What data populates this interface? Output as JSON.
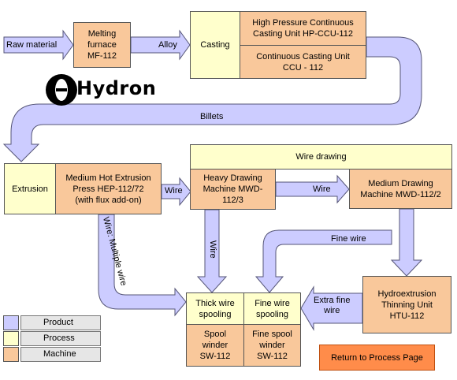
{
  "title": "Wire drawing",
  "nodes": {
    "raw_material": "Raw material",
    "melting_furnace": [
      "Melting furnace",
      "MF-112"
    ],
    "alloy": "Alloy",
    "casting": "Casting",
    "hp_ccu": [
      "High Pressure Continuous",
      "Casting Unit HP-CCU-112"
    ],
    "ccu": [
      "Continuous Casting Unit",
      "CCU - 112"
    ],
    "billets": "Billets",
    "extrusion": "Extrusion",
    "hep": [
      "Medium Hot Extrusion",
      "Press HEP-112/72",
      "(with flux add-on)"
    ],
    "wire_1": "Wire",
    "wire_drawing": "Wire drawing",
    "heavy_drawing": [
      "Heavy Drawing",
      "Machine MWD-112/3"
    ],
    "wire_2": "Wire",
    "medium_drawing": [
      "Medium Drawing",
      "Machine MWD-112/2"
    ],
    "fine_wire": "Fine wire",
    "wire_multiple": "Wire: Multiple wire",
    "wire_vertical": "Wire",
    "thick_wire_spooling": [
      "Thick wire",
      "spooling"
    ],
    "fine_wire_spooling": [
      "Fine wire",
      "spooling"
    ],
    "extra_fine_wire": [
      "Extra fine",
      "wire"
    ],
    "hydroextrusion": [
      "Hydroextrusion",
      "Thinning Unit",
      "HTU-112"
    ],
    "spool_winder_1": [
      "Spool",
      "winder",
      "SW-112"
    ],
    "spool_winder_2": [
      "Fine spool",
      "winder",
      "SW-112"
    ]
  },
  "logo_text": "Hydron",
  "legend": [
    {
      "label": "Product",
      "color": "#ccccff"
    },
    {
      "label": "Process",
      "color": "#ffffcc"
    },
    {
      "label": "Machine",
      "color": "#f9c89b"
    }
  ],
  "return_button": "Return to Process Page",
  "colors": {
    "arrow_fill": "#ccccff",
    "arrow_stroke": "#555577",
    "machine": "#f9c89b",
    "process": "#ffffcc",
    "button": "#ff8c4a"
  }
}
